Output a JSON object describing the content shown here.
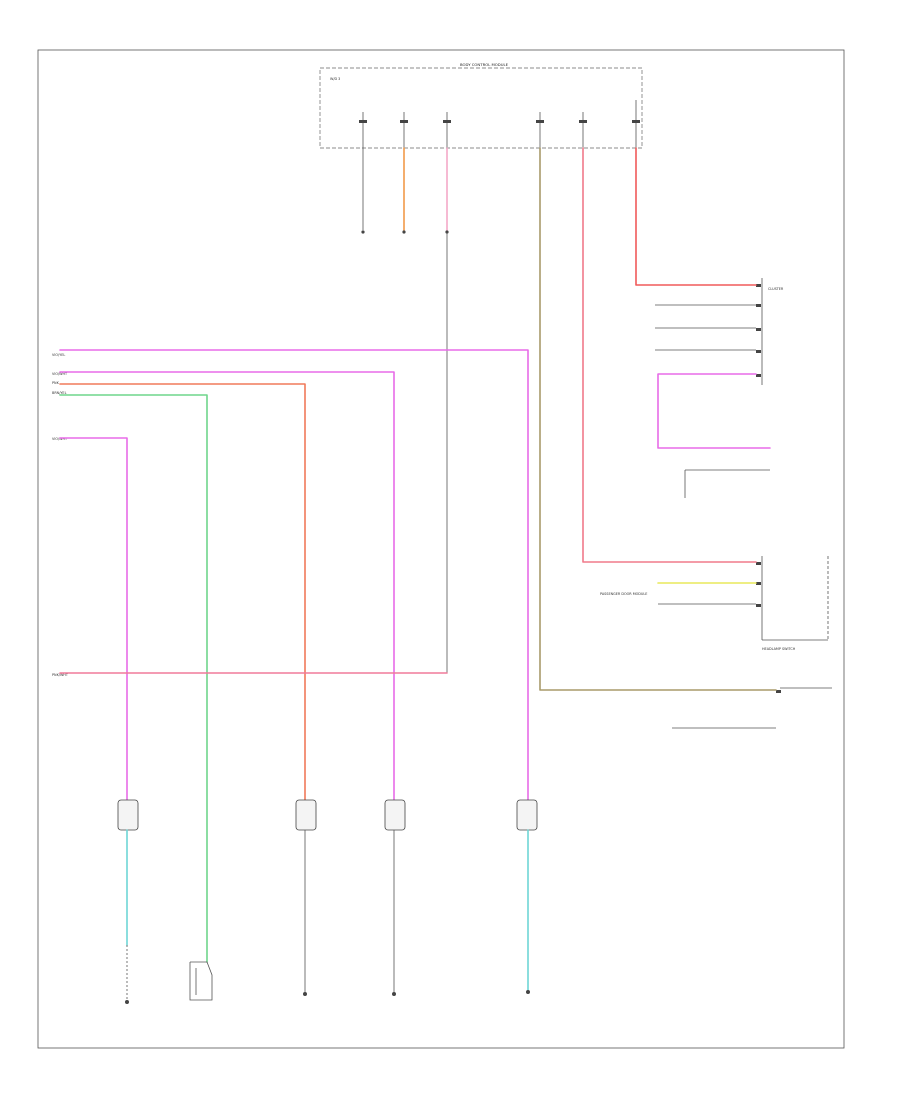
{
  "colors": {
    "violet": "#e86ce8",
    "orange": "#f29a4a",
    "pink": "#f3a9c8",
    "red": "#f05a5a",
    "tan": "#a89a6a",
    "green": "#6fd58c",
    "cyan": "#6ed6d6",
    "yellow": "#e8e85a",
    "gray": "#888888"
  },
  "labels": {
    "module_top": "BODY CONTROL MODULE",
    "page_ref": "W/D 3",
    "left_1": "VIO/YEL",
    "left_2": "VIO/WHT",
    "left_3": "PNK",
    "left_4": "BRN/YEL",
    "left_5": "VIO/WHT",
    "left_6": "PNK/WHT",
    "right_ckt_1": "CLUSTER",
    "right_ckt_2": "HEADLAMP SWITCH",
    "right_ckt_3": "PASSENGER DOOR MODULE"
  }
}
